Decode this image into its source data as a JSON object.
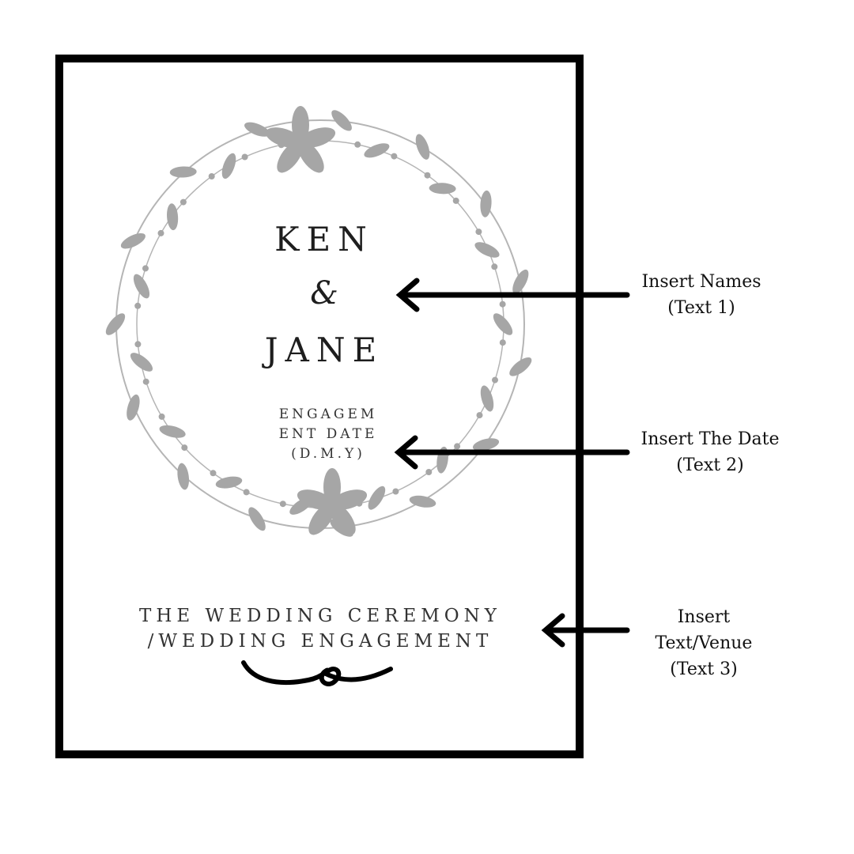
{
  "card": {
    "names_line1": "KEN",
    "ampersand": "&",
    "names_line2": "JANE",
    "date_lines": [
      "ENGAGEM",
      "ENT DATE",
      "(D.M.Y)"
    ],
    "ceremony_lines": [
      "THE WEDDING CEREMONY",
      "/WEDDING ENGAGEMENT"
    ]
  },
  "annotations": [
    {
      "lines": [
        "Insert Names",
        "(Text 1)"
      ]
    },
    {
      "lines": [
        "Insert The Date",
        "(Text 2)"
      ]
    },
    {
      "lines": [
        "Insert",
        "Text/Venue",
        "(Text 3)"
      ]
    }
  ],
  "colors": {
    "frame": "#000000",
    "wreath": "#a6a6a6",
    "text": "#222222"
  }
}
